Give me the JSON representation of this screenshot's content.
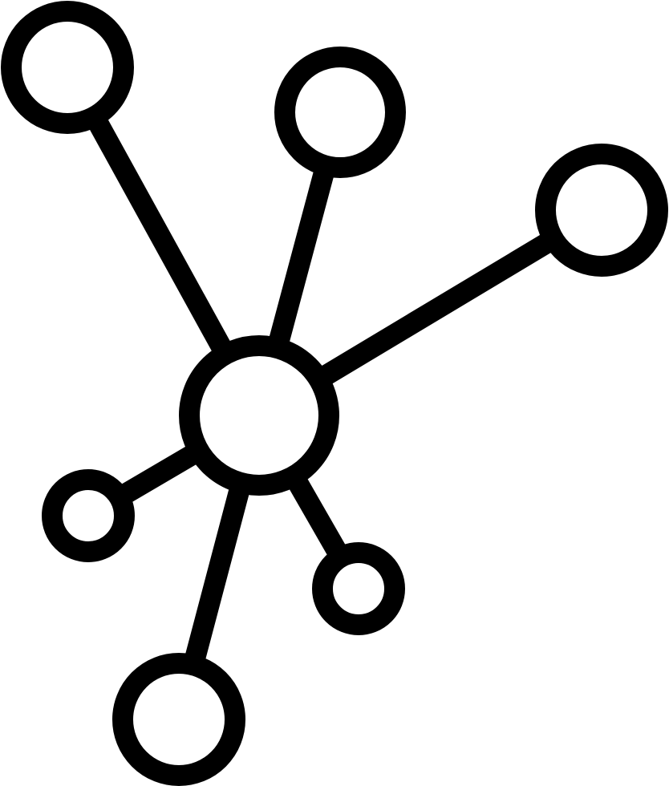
{
  "icon": {
    "name": "network-hub-icon",
    "stroke_color": "#000000",
    "fill_color": "#ffffff",
    "background_color": "#ffffff"
  },
  "nodes": [
    {
      "id": "hub",
      "role": "center"
    },
    {
      "id": "top-left",
      "role": "satellite"
    },
    {
      "id": "top-middle",
      "role": "satellite"
    },
    {
      "id": "right",
      "role": "satellite"
    },
    {
      "id": "left-small",
      "role": "satellite"
    },
    {
      "id": "lower-right-small",
      "role": "satellite"
    },
    {
      "id": "bottom",
      "role": "satellite"
    }
  ],
  "edges": [
    {
      "from": "hub",
      "to": "top-left"
    },
    {
      "from": "hub",
      "to": "top-middle"
    },
    {
      "from": "hub",
      "to": "right"
    },
    {
      "from": "hub",
      "to": "left-small"
    },
    {
      "from": "hub",
      "to": "lower-right-small"
    },
    {
      "from": "hub",
      "to": "bottom"
    }
  ]
}
